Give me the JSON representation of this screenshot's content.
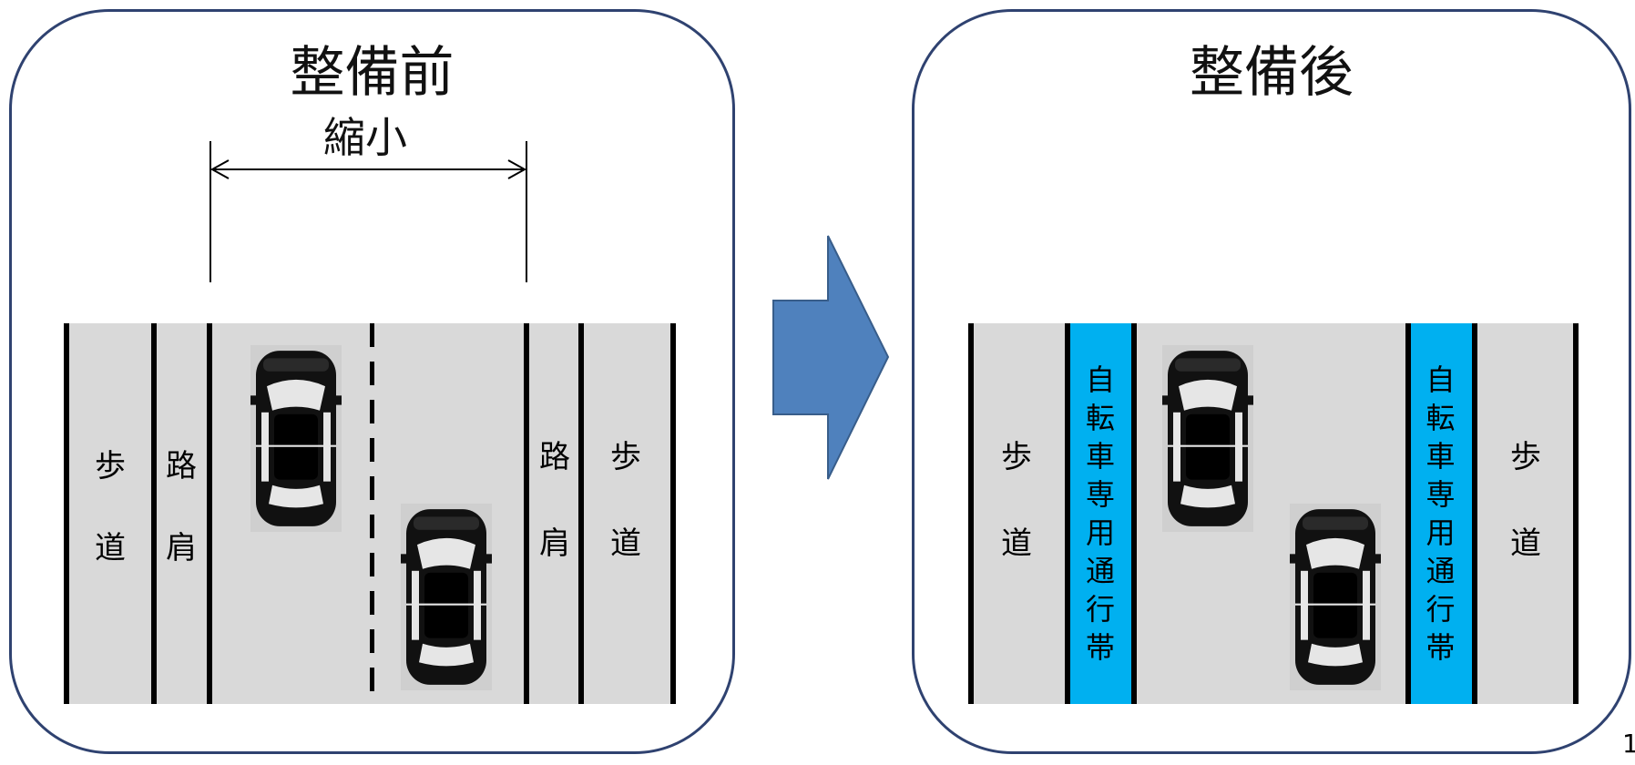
{
  "before": {
    "title": "整備前",
    "narrow_label": "縮小",
    "sidewalk_left": [
      "歩",
      "道"
    ],
    "shoulder_left": [
      "路",
      "肩"
    ],
    "shoulder_right": [
      "路",
      "肩"
    ],
    "sidewalk_right": [
      "歩",
      "道"
    ]
  },
  "after": {
    "title": "整備後",
    "sidewalk_left": [
      "歩",
      "道"
    ],
    "bike_lane_left": [
      "自",
      "転",
      "車",
      "専",
      "用",
      "通",
      "行",
      "帯"
    ],
    "bike_lane_right": [
      "自",
      "転",
      "車",
      "専",
      "用",
      "通",
      "行",
      "帯"
    ],
    "sidewalk_right": [
      "歩",
      "道"
    ]
  },
  "colors": {
    "panel_border": "#2f4270",
    "road": "#d9d9d9",
    "bike_lane": "#00b0f0",
    "arrow": "#4f81bd",
    "arrow_border": "#385d8a"
  },
  "page_number": "1"
}
